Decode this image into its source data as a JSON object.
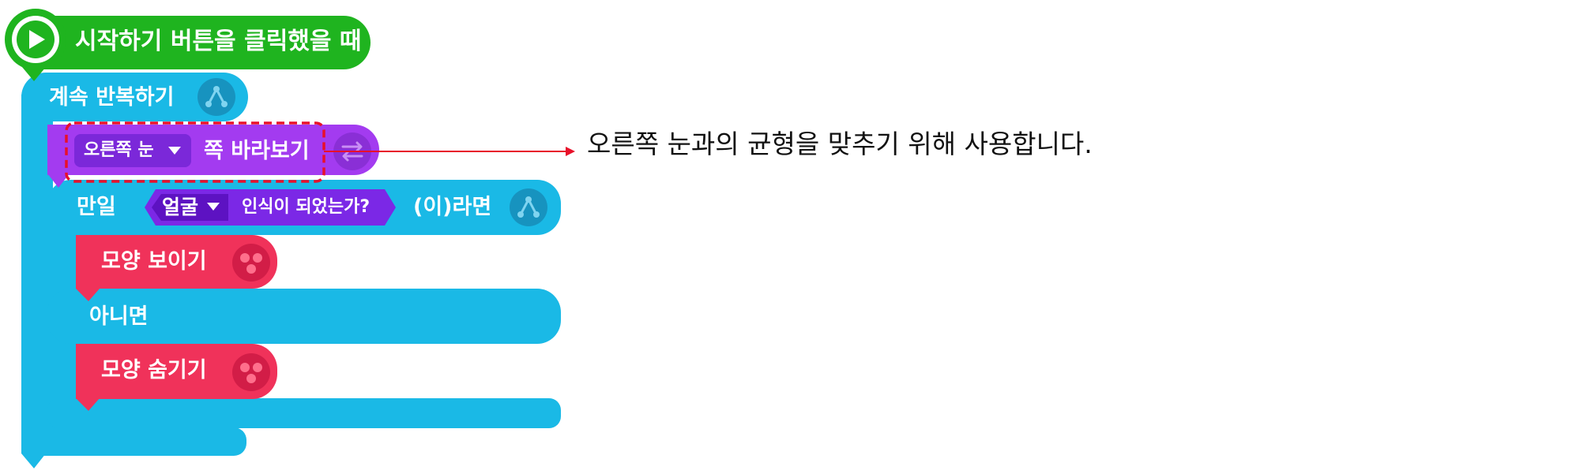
{
  "blocks": {
    "start_label": "시작하기 버튼을 클릭했을 때",
    "repeat_label": "계속 반복하기",
    "look_dropdown": "오른쪽 눈",
    "look_label": "쪽 바라보기",
    "if_label": "만일",
    "cond_dropdown": "얼굴",
    "cond_label": "인식이 되었는가?",
    "then_label": "(이)라면",
    "show_label": "모양 보이기",
    "else_label": "아니면",
    "hide_label": "모양 숨기기"
  },
  "annotation": {
    "text": "오른쪽 눈과의 균형을 맞추기 위해 사용합니다."
  },
  "colors": {
    "start": "#1fb41f",
    "flow": "#1ab9e6",
    "looks_purple": "#a33bf0",
    "sensor": "#7b28e6",
    "shape": "#f0325a",
    "highlight": "#e8102a"
  },
  "icons": [
    "play-icon",
    "repeat-icon",
    "swap-icon",
    "shape-icon",
    "dropdown-arrow-icon"
  ]
}
